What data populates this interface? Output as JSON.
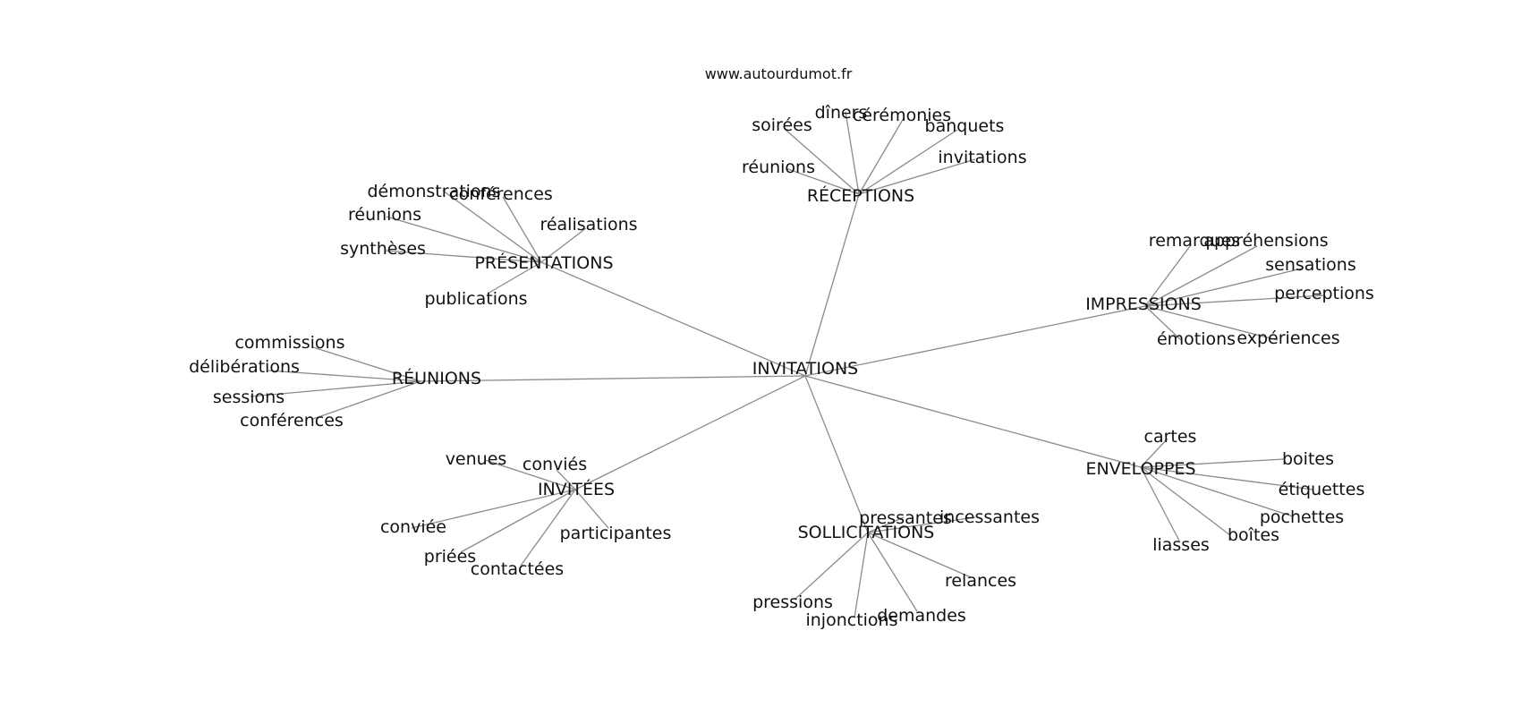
{
  "watermark": "www.autourdumot.fr",
  "center": {
    "id": "center",
    "label": "INVITATIONS"
  },
  "clusters": [
    {
      "id": "receptions",
      "label": "RÉCEPTIONS",
      "words": [
        "soirées",
        "dîners",
        "cérémonies",
        "banquets",
        "réunions",
        "invitations"
      ]
    },
    {
      "id": "presentations",
      "label": "PRÉSENTATIONS",
      "words": [
        "démonstrations",
        "conférences",
        "réunions",
        "réalisations",
        "synthèses",
        "publications"
      ]
    },
    {
      "id": "impressions",
      "label": "IMPRESSIONS",
      "words": [
        "remarques",
        "appréhensions",
        "sensations",
        "perceptions",
        "émotions",
        "expériences"
      ]
    },
    {
      "id": "reunions",
      "label": "RÉUNIONS",
      "words": [
        "commissions",
        "délibérations",
        "sessions",
        "conférences"
      ]
    },
    {
      "id": "invitees",
      "label": "INVITÉES",
      "words": [
        "venues",
        "conviés",
        "conviée",
        "participantes",
        "priées",
        "contactées"
      ]
    },
    {
      "id": "sollicitations",
      "label": "SOLLICITATIONS",
      "words": [
        "pressantes",
        "incessantes",
        "relances",
        "pressions",
        "injonctions",
        "demandes"
      ]
    },
    {
      "id": "enveloppes",
      "label": "ENVELOPPES",
      "words": [
        "cartes",
        "boites",
        "étiquettes",
        "pochettes",
        "boîtes",
        "liasses"
      ]
    }
  ]
}
